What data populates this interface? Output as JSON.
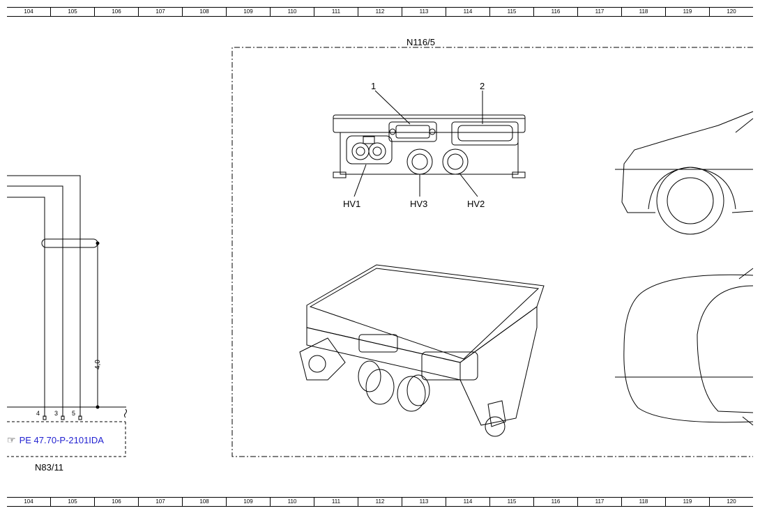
{
  "ruler": {
    "columns": [
      "104",
      "105",
      "106",
      "107",
      "108",
      "109",
      "110",
      "111",
      "112",
      "113",
      "114",
      "115",
      "116",
      "117",
      "118",
      "119",
      "120"
    ]
  },
  "component_left": {
    "label": "N83/11",
    "pins": [
      "4",
      "3",
      "5"
    ],
    "wire_size": "4,0",
    "reference": {
      "icon": "pointing-hand-icon",
      "text": "PE 47.70-P-2101IDA",
      "color": "#1f1fd0"
    }
  },
  "component_main": {
    "label": "N116/5",
    "callouts": {
      "c1": "1",
      "c2": "2",
      "hv1": "HV1",
      "hv3": "HV3",
      "hv2": "HV2"
    }
  }
}
